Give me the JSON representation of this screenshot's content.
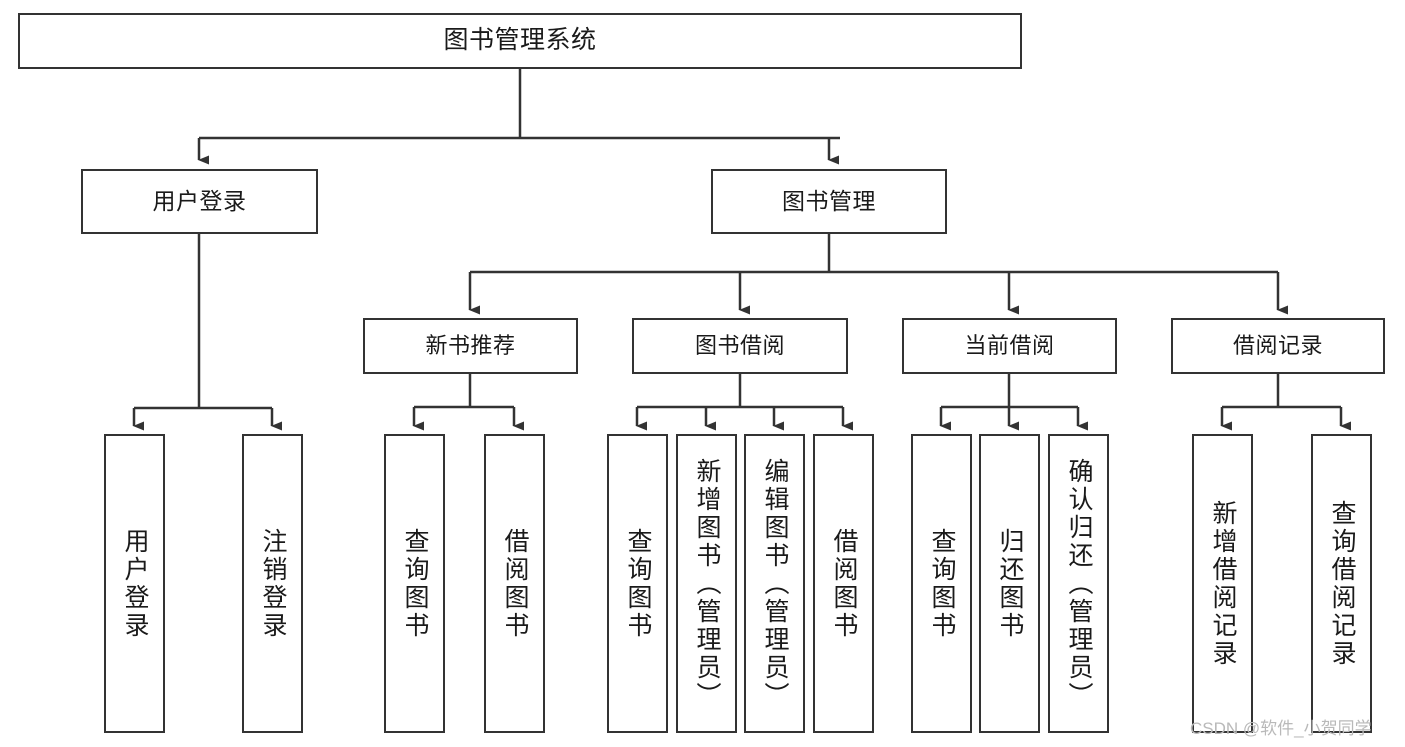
{
  "chart_data": {
    "type": "diagram",
    "subtype": "tree-hierarchy-functional-structure",
    "title": "图书管理系统",
    "orientation": "top-down",
    "connector_style": "orthogonal-elbow-with-arrowheads",
    "nodes": [
      {
        "id": "root",
        "label": "图书管理系统",
        "level": 0,
        "parent": null
      },
      {
        "id": "n-login",
        "label": "用户登录",
        "level": 1,
        "parent": "root"
      },
      {
        "id": "n-bookmgmt",
        "label": "图书管理",
        "level": 1,
        "parent": "root"
      },
      {
        "id": "n-newbook",
        "label": "新书推荐",
        "level": 2,
        "parent": "n-bookmgmt"
      },
      {
        "id": "n-borrow",
        "label": "图书借阅",
        "level": 2,
        "parent": "n-bookmgmt"
      },
      {
        "id": "n-current",
        "label": "当前借阅",
        "level": 2,
        "parent": "n-bookmgmt"
      },
      {
        "id": "n-record",
        "label": "借阅记录",
        "level": 2,
        "parent": "n-bookmgmt"
      },
      {
        "id": "l-1",
        "label": "用户登录",
        "level": 2,
        "parent": "n-login"
      },
      {
        "id": "l-2",
        "label": "注销登录",
        "level": 2,
        "parent": "n-login"
      },
      {
        "id": "l-3",
        "label": "查询图书",
        "level": 3,
        "parent": "n-newbook"
      },
      {
        "id": "l-4",
        "label": "借阅图书",
        "level": 3,
        "parent": "n-newbook"
      },
      {
        "id": "l-5",
        "label": "查询图书",
        "level": 3,
        "parent": "n-borrow"
      },
      {
        "id": "l-6",
        "label": "新增图书（管理员）",
        "level": 3,
        "parent": "n-borrow"
      },
      {
        "id": "l-7",
        "label": "编辑图书（管理员）",
        "level": 3,
        "parent": "n-borrow"
      },
      {
        "id": "l-8",
        "label": "借阅图书",
        "level": 3,
        "parent": "n-borrow"
      },
      {
        "id": "l-9",
        "label": "查询图书",
        "level": 3,
        "parent": "n-current"
      },
      {
        "id": "l-10",
        "label": "归还图书",
        "level": 3,
        "parent": "n-current"
      },
      {
        "id": "l-11",
        "label": "确认归还（管理员）",
        "level": 3,
        "parent": "n-current"
      },
      {
        "id": "l-12",
        "label": "新增借阅记录",
        "level": 3,
        "parent": "n-record"
      },
      {
        "id": "l-13",
        "label": "查询借阅记录",
        "level": 3,
        "parent": "n-record"
      }
    ],
    "colors": {
      "background": "#ffffff",
      "box_border": "#333333",
      "box_fill": "#ffffff",
      "text": "#1a1a1a",
      "connector": "#333333",
      "watermark": "#b9b9b9"
    }
  },
  "root": {
    "label": "图书管理系统"
  },
  "level2": {
    "login": "用户登录",
    "book_management": "图书管理"
  },
  "level3": {
    "new_book": "新书推荐",
    "borrow": "图书借阅",
    "current_borrow": "当前借阅",
    "borrow_record": "借阅记录"
  },
  "leaves": {
    "login_user_login": "用户登录",
    "login_logout": "注销登录",
    "newbook_query": "查询图书",
    "newbook_borrow": "借阅图书",
    "borrow_query": "查询图书",
    "borrow_add": "新增图书（管理员）",
    "borrow_edit": "编辑图书（管理员）",
    "borrow_borrow": "借阅图书",
    "current_query": "查询图书",
    "current_return": "归还图书",
    "current_confirm": "确认归还（管理员）",
    "record_add": "新增借阅记录",
    "record_query": "查询借阅记录"
  },
  "watermark": {
    "text": "CSDN @软件_小贺同学"
  }
}
